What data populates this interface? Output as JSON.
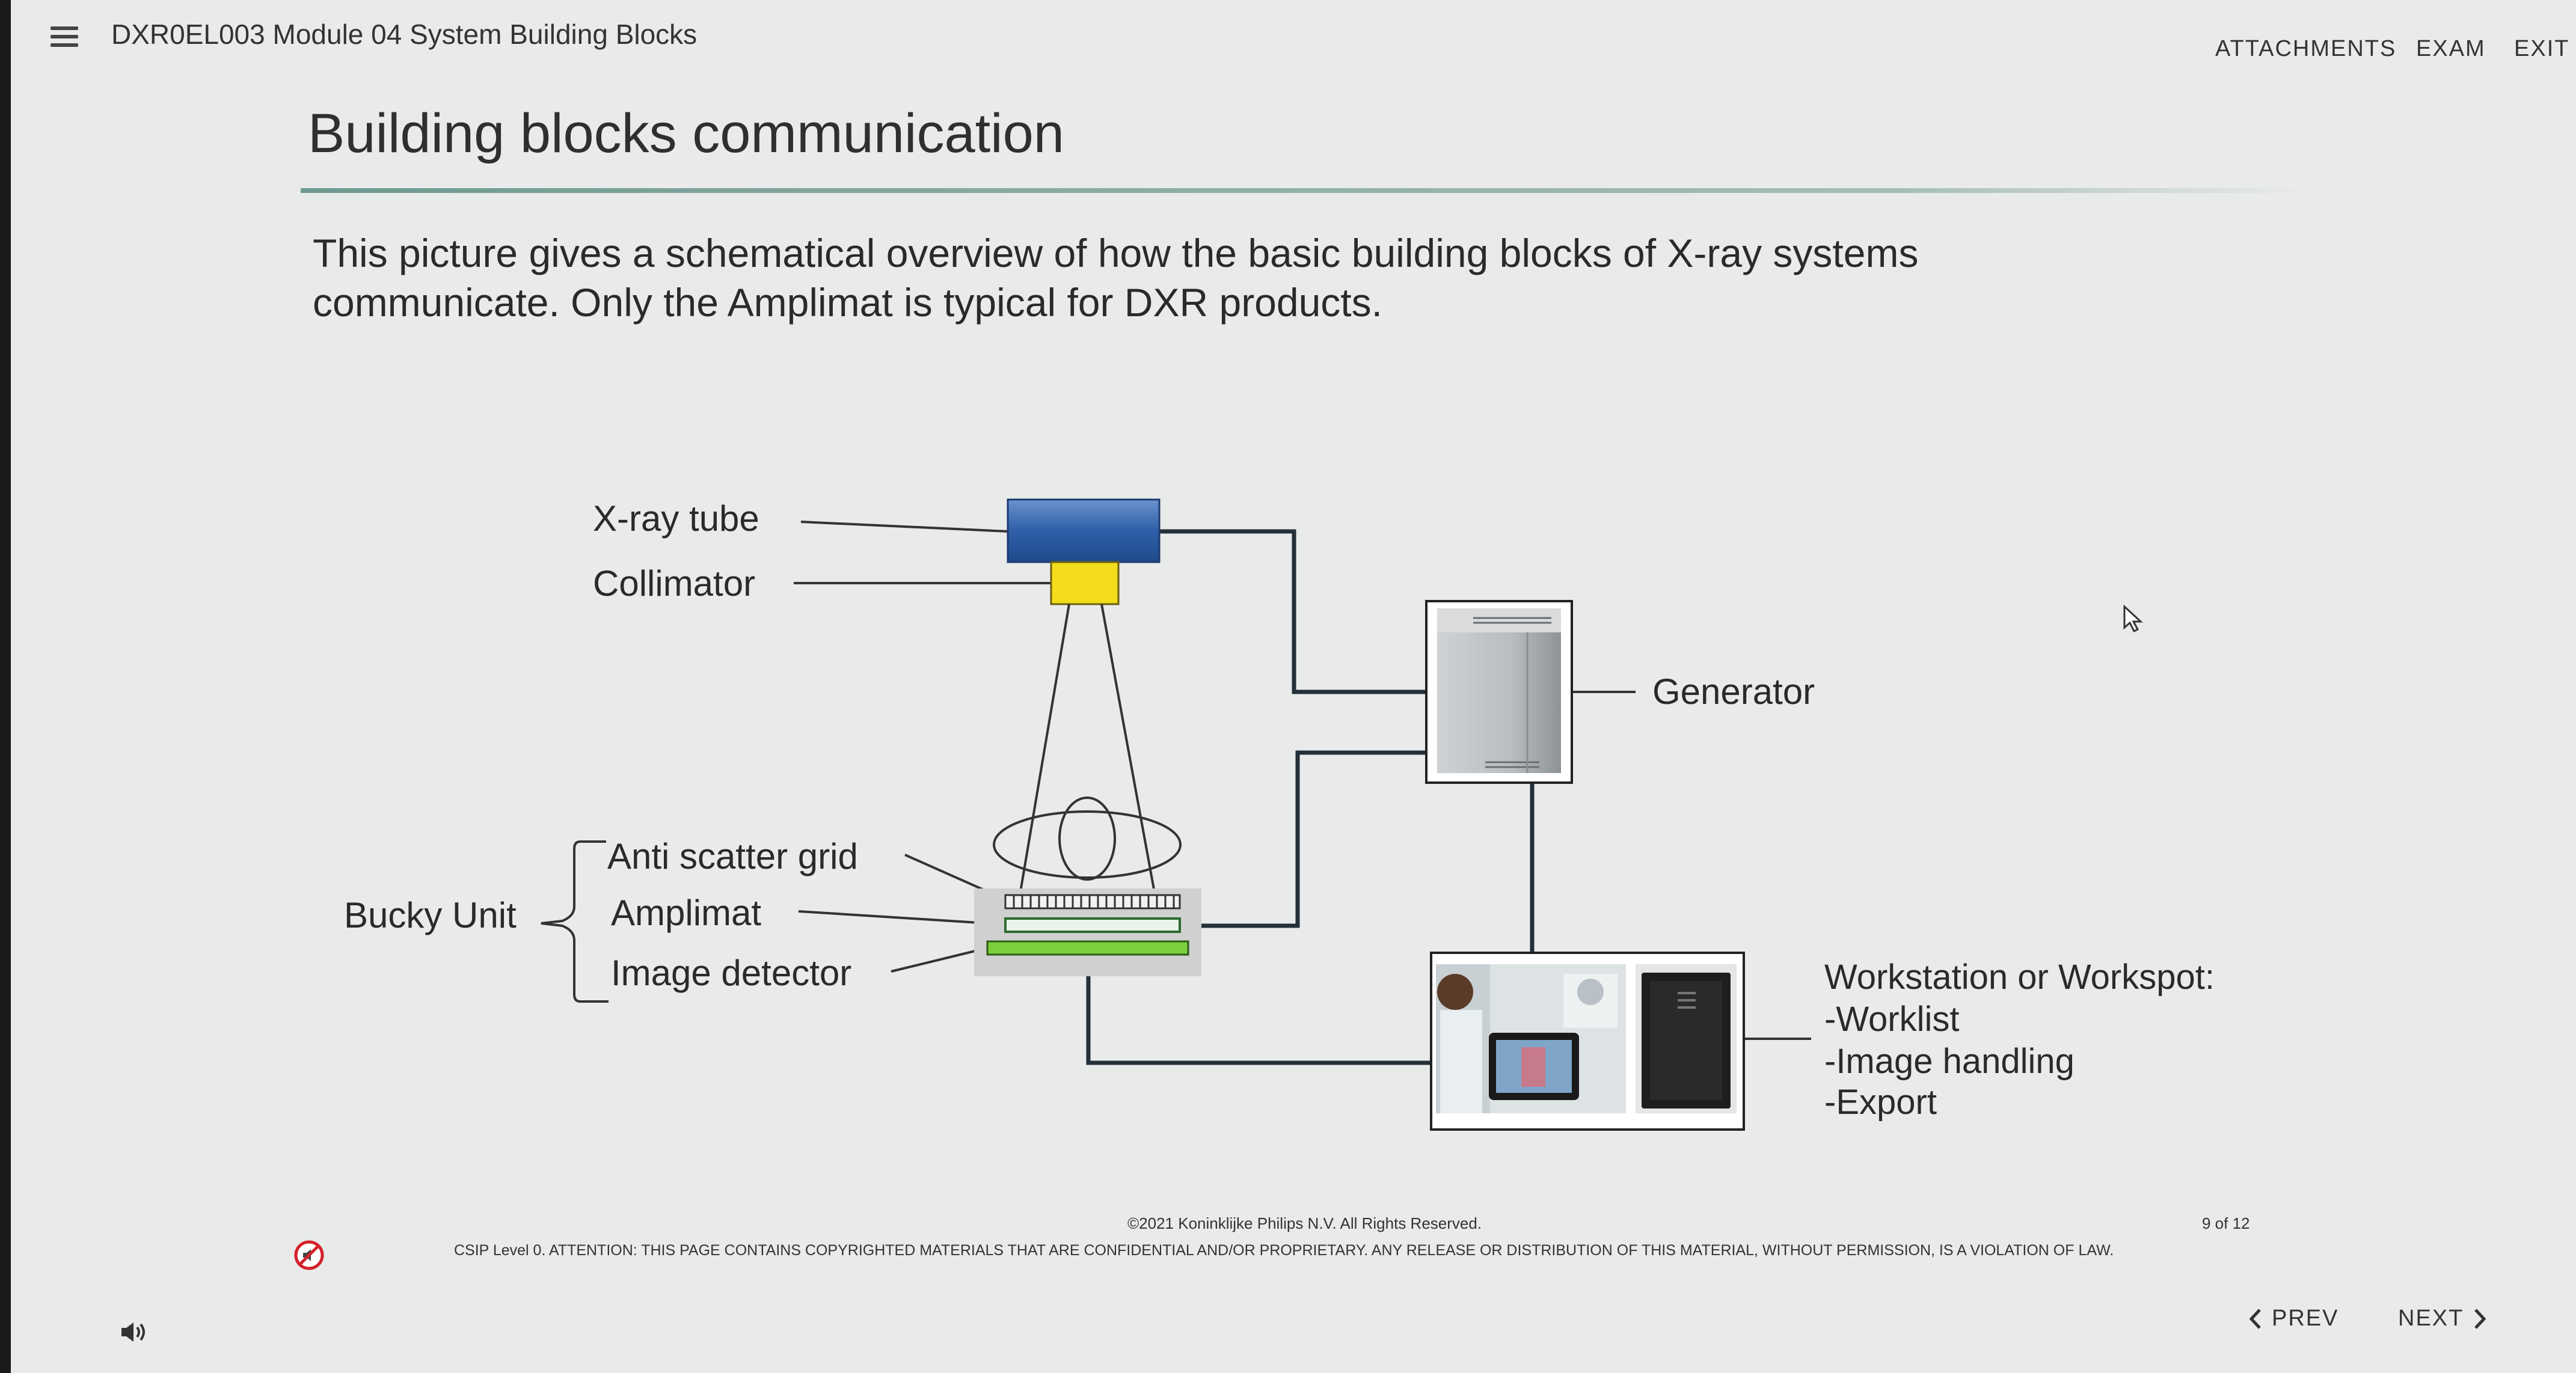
{
  "header": {
    "course_title": "DXR0EL003 Module 04 System Building Blocks",
    "nav": [
      "ATTACHMENTS",
      "EXAM",
      "EXIT"
    ]
  },
  "page": {
    "title": "Building blocks communication",
    "intro_line1": "This picture gives a schematical overview of how the basic building blocks of X-ray systems",
    "intro_line2": "communicate. Only the Amplimat is typical for DXR products."
  },
  "diagram": {
    "labels": {
      "xray_tube": "X-ray tube",
      "collimator": "Collimator",
      "generator": "Generator",
      "anti_scatter_grid": "Anti scatter grid",
      "amplimat": "Amplimat",
      "image_detector": "Image detector",
      "bucky_unit": "Bucky Unit"
    },
    "workstation": {
      "heading": "Workstation or Workspot:",
      "items": [
        "-Worklist",
        "-Image handling",
        "-Export"
      ]
    },
    "colors": {
      "tube": "#2f5fa8",
      "collimator": "#f2dc1b",
      "detector": "#7ccf3a",
      "lines": "#23303a"
    }
  },
  "footer": {
    "copyright": "©2021 Koninklijke Philips N.V.  All Rights Reserved.",
    "page_count": "9 of 12",
    "legal": "CSIP Level 0.  ATTENTION: THIS PAGE CONTAINS COPYRIGHTED MATERIALS THAT ARE CONFIDENTIAL AND/OR PROPRIETARY.  ANY RELEASE OR DISTRIBUTION OF THIS MATERIAL, WITHOUT PERMISSION, IS A VIOLATION OF LAW.",
    "prev_label": "PREV",
    "next_label": "NEXT"
  },
  "icons": {
    "menu": "hamburger-menu-icon",
    "audio_off": "audio-disabled-icon",
    "speaker": "speaker-icon",
    "prev": "chevron-left-icon",
    "next": "chevron-right-icon"
  }
}
